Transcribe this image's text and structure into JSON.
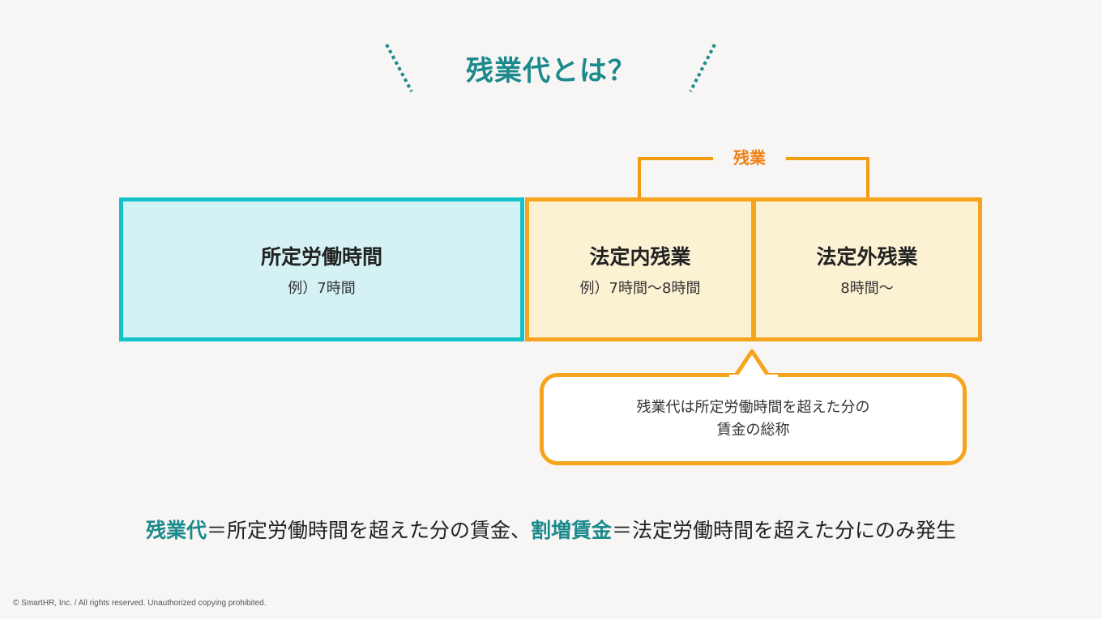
{
  "title": "残業代とは？",
  "bracket_label": "残業",
  "boxes": {
    "regular": {
      "title": "所定労働時間",
      "sub": "例）7時間"
    },
    "inner": {
      "title": "法定内残業",
      "sub": "例）7時間〜8時間"
    },
    "outer": {
      "title": "法定外残業",
      "sub": "8時間〜"
    }
  },
  "callout": {
    "line1": "残業代は所定労働時間を超えた分の",
    "line2": "賃金の総称"
  },
  "summary": {
    "term1": "残業代",
    "text1": "＝所定労働時間を超えた分の賃金、",
    "term2": "割増賃金",
    "text2": "＝法定労働時間を超えた分にのみ発生"
  },
  "footer": "© SmartHR, Inc. / All rights reserved. Unauthorized copying prohibited.",
  "colors": {
    "teal": "#1c8a8c",
    "cyan_border": "#13c1c9",
    "orange": "#f6a31d",
    "background": "#f7f6f4"
  }
}
